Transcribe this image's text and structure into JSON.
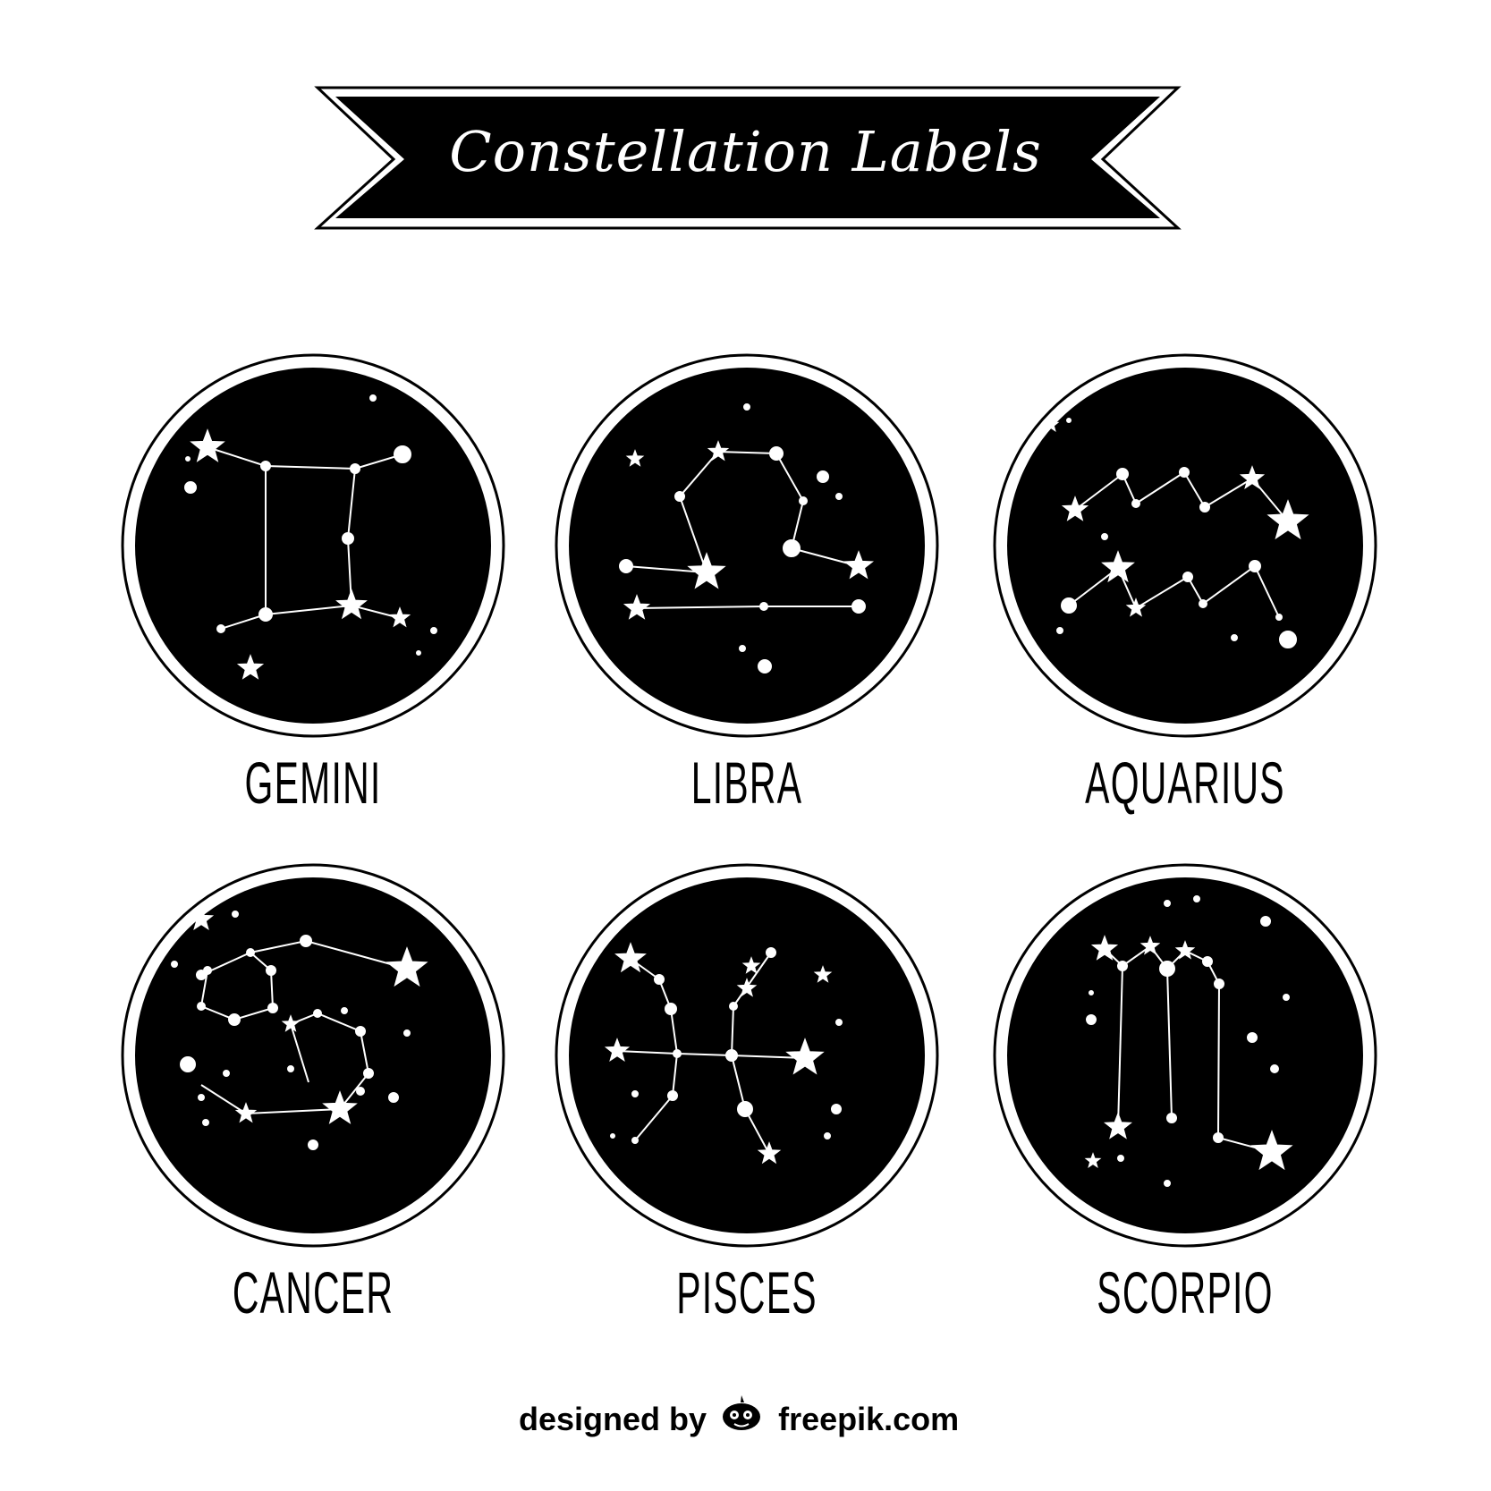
{
  "title": "Constellation Labels",
  "colors": {
    "ink": "#000000",
    "paper": "#ffffff"
  },
  "badges": [
    {
      "name": "GEMINI",
      "icon": "gemini-constellation-icon"
    },
    {
      "name": "LIBRA",
      "icon": "libra-constellation-icon"
    },
    {
      "name": "AQUARIUS",
      "icon": "aquarius-constellation-icon"
    },
    {
      "name": "CANCER",
      "icon": "cancer-constellation-icon"
    },
    {
      "name": "PISCES",
      "icon": "pisces-constellation-icon"
    },
    {
      "name": "SCORPIO",
      "icon": "scorpio-constellation-icon"
    }
  ],
  "credit": {
    "prefix": "designed by",
    "brand": "freepik.com",
    "logo_icon": "freepik-logo-icon"
  }
}
